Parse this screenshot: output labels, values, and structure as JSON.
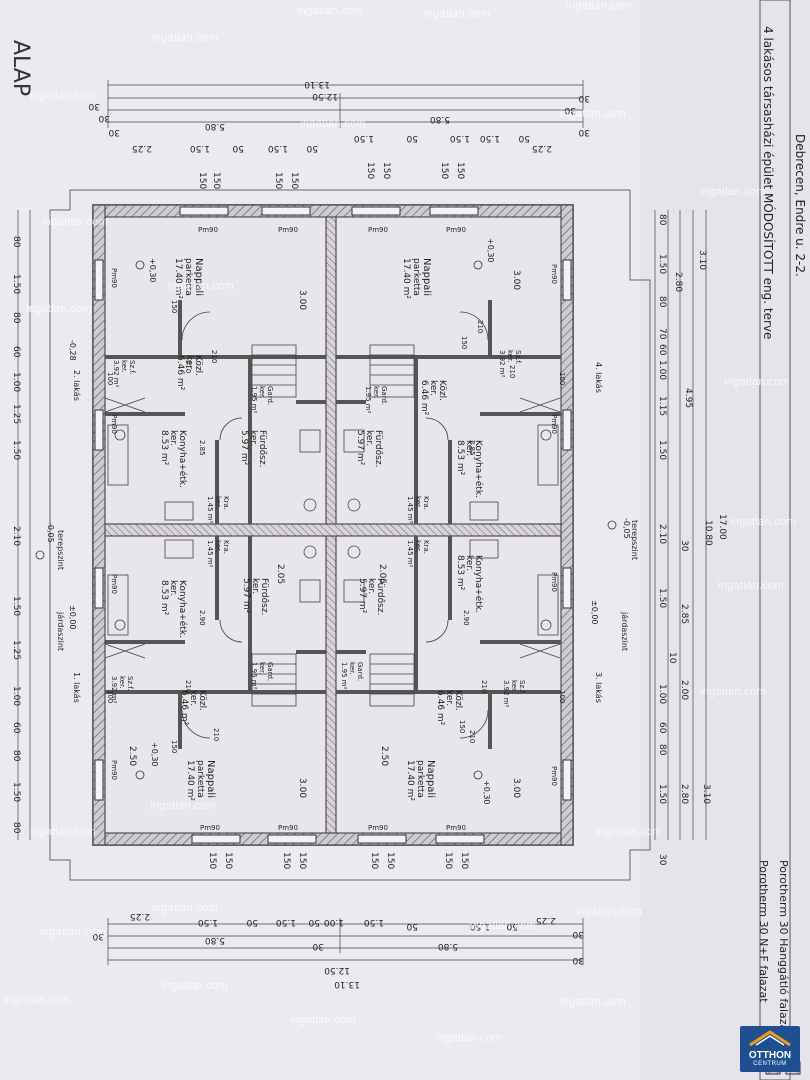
{
  "title_block": {
    "line1": "4 lakásos társasházi épület MÓDOSÍTOTT eng. terve",
    "line2": "Debrecen, Endre u. 2-2."
  },
  "header_fragment": "ALAP",
  "legend": [
    "Porotherm 30 N+F falazat",
    "Porotherm 30 Hanggátló falazat"
  ],
  "watermark": "ingatlan.com",
  "logo": {
    "line1": "OTTHON",
    "line2": "CENTRUM"
  },
  "rooms": [
    {
      "name": "Nappali",
      "sub": "parketta",
      "area": "17.40 m²"
    },
    {
      "name": "Nappali",
      "sub": "parketta",
      "area": "17.40 m²"
    },
    {
      "name": "Nappali",
      "sub": "parketta",
      "area": "17.40 m²"
    },
    {
      "name": "Nappali",
      "sub": "parketta",
      "area": "17.40 m²"
    },
    {
      "name": "Közl.",
      "sub": "ker.",
      "area": "6.46 m²"
    },
    {
      "name": "Közl.",
      "sub": "ker.",
      "area": "6.46 m²"
    },
    {
      "name": "Közl.",
      "sub": "ker.",
      "area": "6.46 m²"
    },
    {
      "name": "Közl.",
      "sub": "ker.",
      "area": "6.46 m²"
    },
    {
      "name": "Konyha+étk.",
      "sub": "ker.",
      "area": "8.53 m²"
    },
    {
      "name": "Konyha+étk.",
      "sub": "ker.",
      "area": "8.53 m²"
    },
    {
      "name": "Konyha+étk.",
      "sub": "ker.",
      "area": "8.53 m²"
    },
    {
      "name": "Konyha+étk.",
      "sub": "ker.",
      "area": "8.53 m²"
    },
    {
      "name": "Fürdősz.",
      "sub": "ker.",
      "area": "5.97 m²"
    },
    {
      "name": "Fürdősz.",
      "sub": "ker.",
      "area": "5.97 m²"
    },
    {
      "name": "Fürdősz.",
      "sub": "ker.",
      "area": "5.97 m²"
    },
    {
      "name": "Fürdősz.",
      "sub": "ker.",
      "area": "5.97 m²"
    },
    {
      "name": "Gard.",
      "sub": "ker.",
      "area": "1.95 m²"
    },
    {
      "name": "Gard.",
      "sub": "ker.",
      "area": "1.95 m²"
    },
    {
      "name": "Gard.",
      "sub": "ker.",
      "area": "1.95 m²"
    },
    {
      "name": "Gard.",
      "sub": "ker.",
      "area": "1.95 m²"
    },
    {
      "name": "Kra.",
      "sub": "ker.",
      "area": "1.45 m²"
    },
    {
      "name": "Kra.",
      "sub": "ker.",
      "area": "1.45 m²"
    },
    {
      "name": "Kra.",
      "sub": "ker.",
      "area": "1.45 m²"
    },
    {
      "name": "Kra.",
      "sub": "ker.",
      "area": "1.45 m²"
    },
    {
      "name": "Sz.f.",
      "sub": "ker.",
      "area": "3.92 m²"
    },
    {
      "name": "Sz.f.",
      "sub": "ker.",
      "area": "3.92 m²"
    },
    {
      "name": "Sz.f.",
      "sub": "ker.",
      "area": "3.92 m²"
    },
    {
      "name": "Sz.f.",
      "sub": "ker.",
      "area": "3.92 m²"
    }
  ],
  "flats": [
    "1. lakás",
    "2. lakás",
    "3. lakás",
    "4. lakás"
  ],
  "levels": [
    "+0,30",
    "+0,30",
    "+0,30",
    "+0,30",
    "±0,00",
    "±0,00",
    "-0,05",
    "-0,05",
    "-0,28"
  ],
  "level_notes": [
    "terepszint",
    "terepszint",
    "járdaszint",
    "járdaszint"
  ],
  "windows": [
    "Pm90",
    "Pm90",
    "Pm90",
    "Pm90",
    "Pm90",
    "Pm90",
    "Pm90",
    "Pm90",
    "Pm90",
    "Pm90",
    "Pm90",
    "Pm90",
    "Pm90",
    "Pm90",
    "Pm90",
    "Pm90"
  ],
  "door_widths": [
    "210",
    "210",
    "210",
    "210",
    "210",
    "210",
    "210",
    "210",
    "150",
    "150",
    "150",
    "150",
    "100",
    "100",
    "100",
    "100",
    "2.90",
    "2.90",
    "2.85",
    "2.85"
  ],
  "dims_top": {
    "total": "13.10",
    "inner": "12.50",
    "halves": [
      "5.80",
      "5.80"
    ],
    "segments": [
      "2.25",
      "1.50",
      "50",
      "1.50",
      "50",
      "1.50",
      "1.50",
      "50",
      "1.50",
      "50",
      "2.25"
    ],
    "ends": [
      "30",
      "30",
      "30",
      "30",
      "30",
      "30"
    ]
  },
  "dims_bottom": {
    "total": "13.10",
    "inner": "12.50",
    "halves": [
      "5.80",
      "5.80"
    ],
    "segments": [
      "2.25",
      "1.50",
      "50",
      "1.50",
      "50",
      "1.00",
      "1.50",
      "50",
      "1.50",
      "50",
      "2.25"
    ],
    "ends": [
      "30",
      "30",
      "30",
      "30"
    ]
  },
  "dims_left": [
    "80",
    "1.50",
    "80",
    "60",
    "1.00",
    "1.25",
    "1.50",
    "2.10",
    "1.50",
    "1.25",
    "1.00",
    "60",
    "80",
    "1.50",
    "80"
  ],
  "dims_right": {
    "total": "17.00",
    "sub": "10.80",
    "partial": "4.95",
    "segments": [
      "80",
      "1.50",
      "2.80",
      "3.10",
      "70",
      "80",
      "60",
      "1.00",
      "1.15",
      "1.50",
      "2.10",
      "1.50",
      "2.85",
      "30",
      "10",
      "2.00",
      "1.00",
      "60",
      "80",
      "1.50",
      "2.80",
      "3.10",
      "30"
    ]
  },
  "interior_dims": [
    "3.00",
    "3.00",
    "3.00",
    "3.00",
    "2.05",
    "2.05",
    "2.50",
    "2.50",
    "150",
    "150",
    "150",
    "150",
    "150",
    "150",
    "150",
    "150",
    "150",
    "150",
    "150",
    "150",
    "150",
    "150",
    "150",
    "150"
  ]
}
